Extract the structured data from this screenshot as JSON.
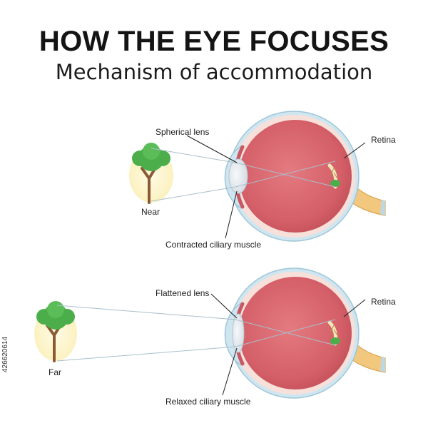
{
  "header": {
    "title": "HOW THE EYE FOCUSES",
    "subtitle": "Mechanism of accommodation"
  },
  "near_panel": {
    "lens_label": "Spherical lens",
    "retina_label": "Retina",
    "object_label": "Near",
    "muscle_label": "Contracted ciliary muscle"
  },
  "far_panel": {
    "lens_label": "Flattened lens",
    "retina_label": "Retina",
    "object_label": "Far",
    "muscle_label": "Relaxed ciliary muscle"
  },
  "stock_id": "426620614",
  "colors": {
    "eyeball": "#d9636b",
    "sclera": "#f7e0da",
    "cornea": "#cfe6f0",
    "lens": "#e8eef2",
    "tree_foliage": "#4cae4a",
    "tree_trunk": "#8a5a34",
    "halo": "#fff6cf",
    "optic_nerve": "#f2c77e"
  }
}
